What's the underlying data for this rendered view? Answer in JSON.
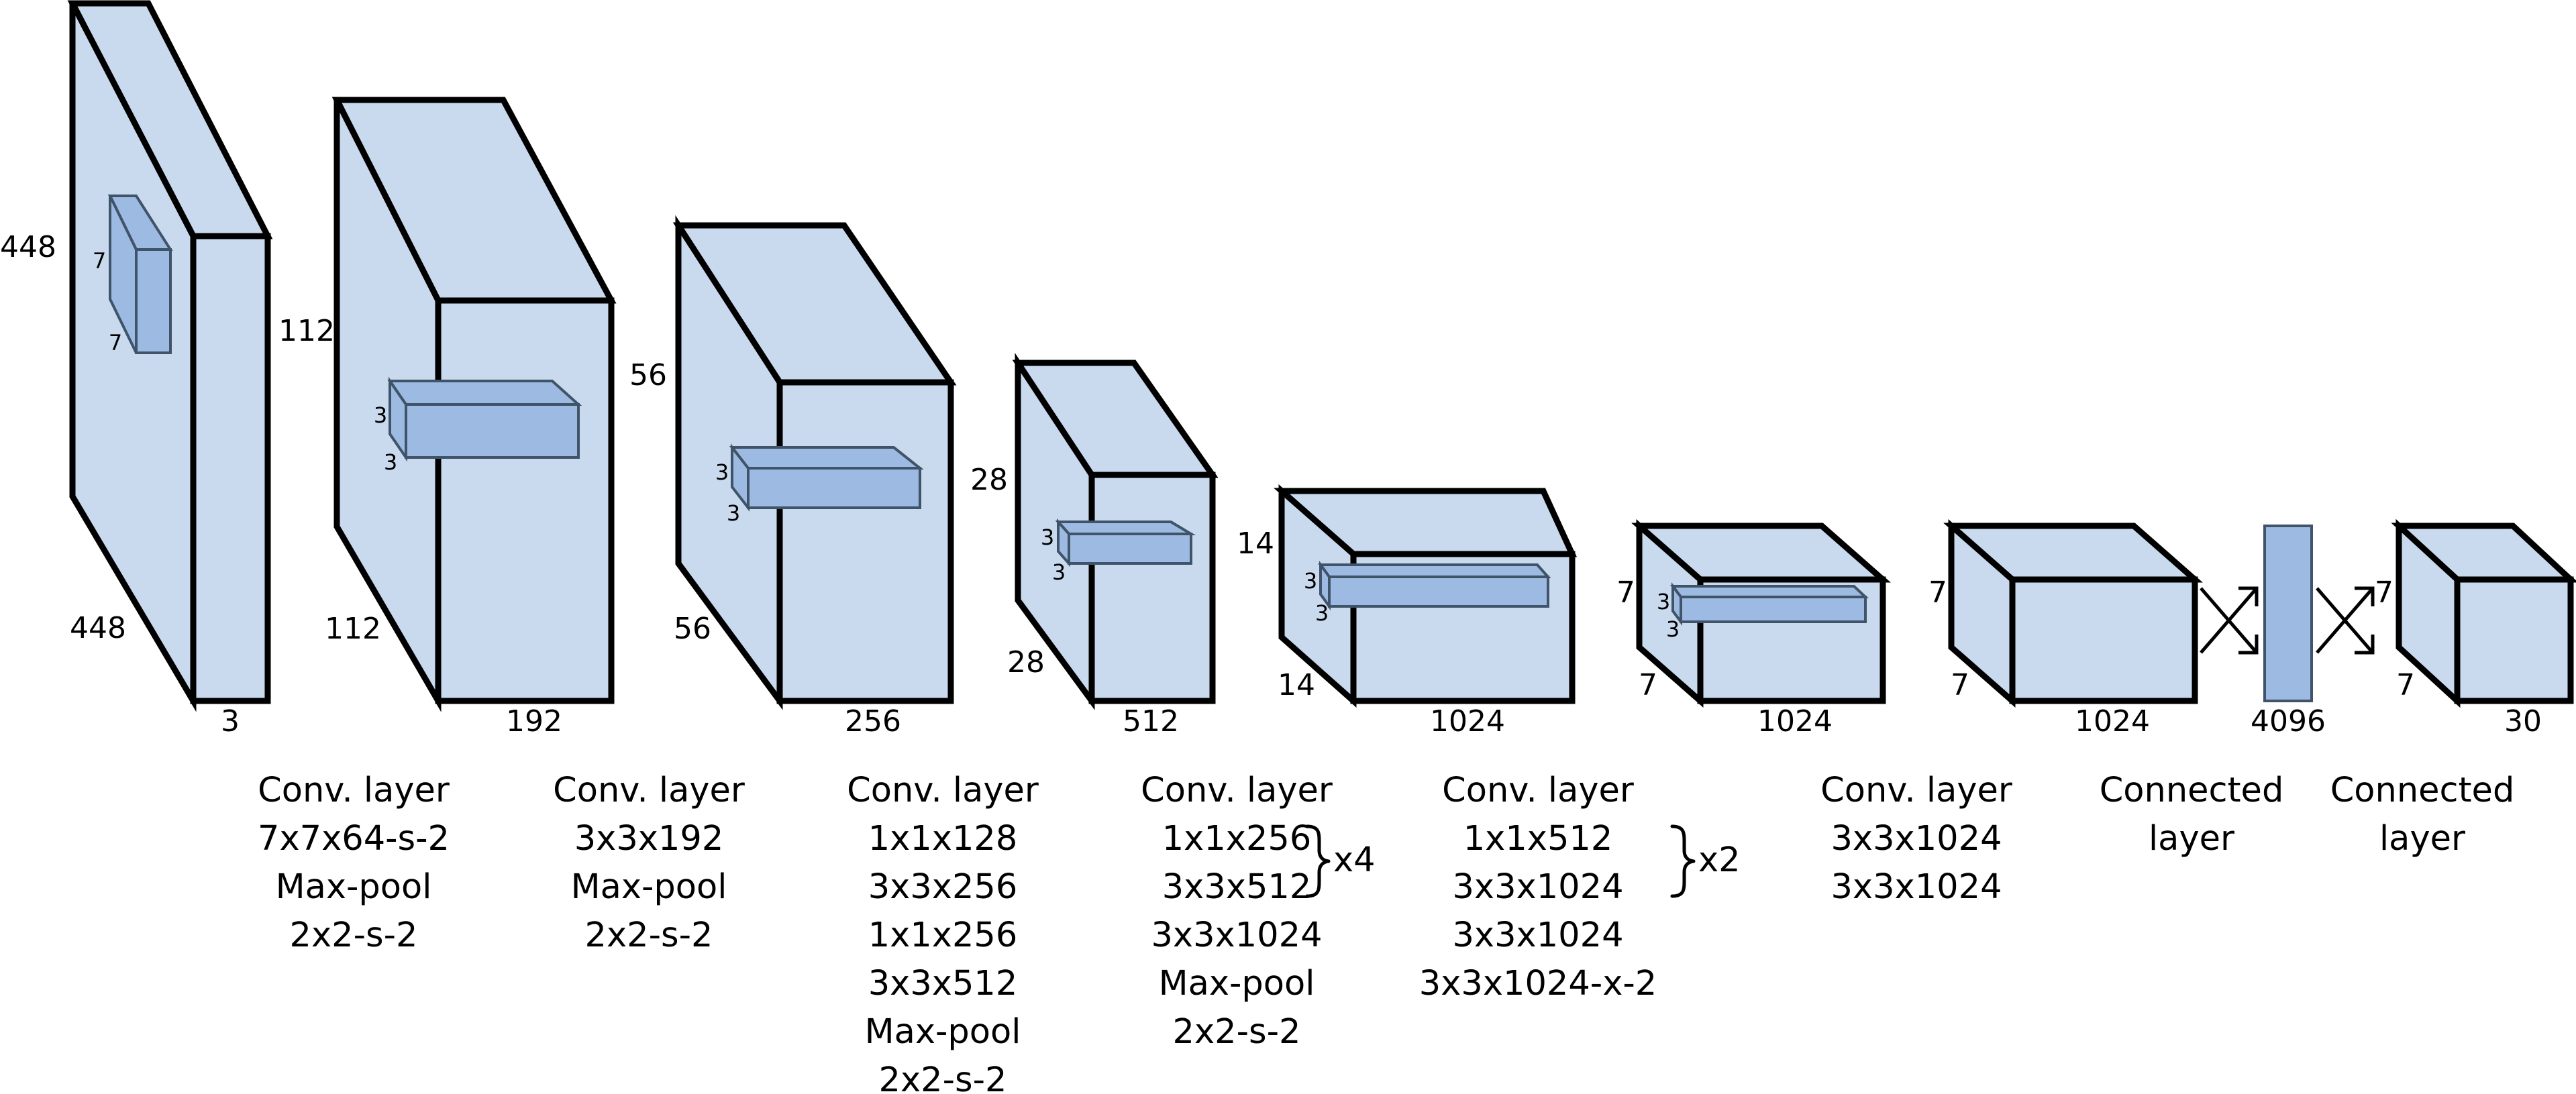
{
  "blocks": [
    {
      "height": "448",
      "depth": "448",
      "channels": "3",
      "kernel_a": "7",
      "kernel_b": "7",
      "caption": [
        "Conv. layer",
        "7x7x64-s-2",
        "Max-pool",
        "2x2-s-2"
      ]
    },
    {
      "height": "112",
      "depth": "112",
      "channels": "192",
      "kernel_a": "3",
      "kernel_b": "3",
      "caption": [
        "Conv. layer",
        "3x3x192",
        "Max-pool",
        "2x2-s-2"
      ]
    },
    {
      "height": "56",
      "depth": "56",
      "channels": "256",
      "kernel_a": "3",
      "kernel_b": "3",
      "caption": [
        "Conv. layer",
        "1x1x128",
        "3x3x256",
        "1x1x256",
        "3x3x512",
        "Max-pool",
        "2x2-s-2"
      ]
    },
    {
      "height": "28",
      "depth": "28",
      "channels": "512",
      "kernel_a": "3",
      "kernel_b": "3",
      "caption": [
        "Conv. layer",
        "1x1x256",
        "3x3x512",
        "3x3x1024",
        "Max-pool",
        "2x2-s-2"
      ],
      "repeat": "x4"
    },
    {
      "height": "14",
      "depth": "14",
      "channels": "1024",
      "kernel_a": "3",
      "kernel_b": "3",
      "caption": [
        "Conv. layer",
        "1x1x512",
        "3x3x1024",
        "3x3x1024",
        "3x3x1024-x-2"
      ],
      "repeat": "x2"
    },
    {
      "height": "7",
      "depth": "7",
      "channels": "1024",
      "kernel_a": "3",
      "kernel_b": "3",
      "caption": [
        "Conv. layer",
        "3x3x1024",
        "3x3x1024"
      ]
    },
    {
      "height": "7",
      "depth": "7",
      "channels": "1024",
      "caption": [
        "Connected",
        "layer"
      ]
    },
    {
      "channels": "4096"
    },
    {
      "height": "7",
      "depth": "7",
      "channels": "30",
      "caption": [
        "Connected",
        "layer"
      ]
    }
  ]
}
